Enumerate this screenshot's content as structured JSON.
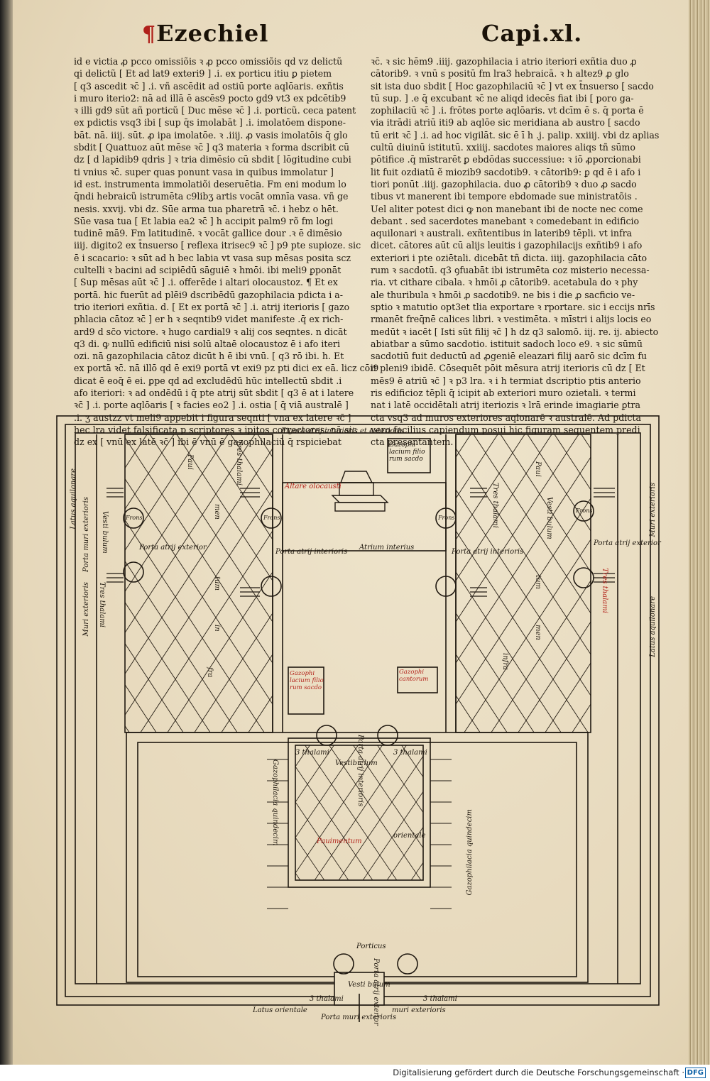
{
  "header": {
    "left_rubric": "¶",
    "left_title": "Ezechiel",
    "right_title": "Capi.xl."
  },
  "left_column": [
    "id e victia ꝓ pcco omissiõis ꝛ ꝓ pcco omissiõis qd vz delictũ",
    "qi delictũ [ Et ad lat9 exteri9 ] .i. ex porticu itiu ꝑ pietem",
    "[ q3 ascedit ꝛc̄ ] .i. vñ ascēdit ad ostiū porte aqlōaris. exñtis",
    "i muro iterio2: nā ad illā ē ascēs9 pocto gd9 vt3 ex pdcētib9",
    "ꝛ illi gd9 sūt añ porticũ [ Duc mēse ꝛc̄ ] .i. porticũ. ceca patent",
    "ex pdictis vsq3 ibi [ sup q̄s imolabāt ] .i. imolatōem dispone-",
    "bāt. nā. iiij. sūt. ꝓ ipa imolatōe. ꝛ .iiij. ꝓ vasis imolatōis q̄ glo",
    "sbdit [ Quattuoz aūt mēse ꝛc̄ ] q3 materia ꝛ forma dscribit cū",
    "dz [ d lapidib9 qdris ] ꝛ tria dimēsio cū sbdit [ lōgitudine cubi",
    "ti vnius ꝛc̄. super quas ponunt vasa in quibus immolatur ]",
    "id est. instrumenta immolatiõi deseruētia. Fm eni modum lo",
    "q̄ndi hebraicũ istrumēta c9libʒ artis vocāt omnīa vasa. vñ ge",
    "nesis. xxvij. vbi dz. Sūe arma tua pharetrā ꝛc̄. i hebz o hēt.",
    "Sūe vasa tua [ Et labia ea2 ꝛc̄ ] h accipit palm9 rõ fm logi",
    "tudinē mā9. Fm latitudinē. ꝛ vocāt gallice dour .ꝛ ē dimēsio",
    "iiij. digito2 ex t̄nsuerso [ reflexa itrisec9 ꝛc̄ ] p9 pte supioze. sic",
    "ē i scacario: ꝛ sūt ad h bec labia vt vasa sup mēsas posita scz",
    "cultelli ꝛ bacini ad scipiēdū sāguiē ꝛ hmōi. ibi meli9 ꝑponāt",
    "[ Sup mēsas aūt ꝛc̄ ] .i. offerēde i altari olocaustoz. ¶ Et ex",
    "portā. hic fuerūt ad plēi9 dscribēdū gazophilacia pdicta i a-",
    "trio iteriori exñtia. d. [ Et ex portā ꝛc̄ ] .i. atrij iterioris [ gazo",
    "phlacia cātoz ꝛc̄ ] er h ꝛ seqntib9 videt manifeste .q̄ ex rich-",
    "ard9 d sc̄o victore. ꝛ hugo cardial9 ꝛ alij cos seqntes. n dicāt",
    "q3 di. ꝙ nullū edificiū nisi solū altaē olocaustoz ē i afo iteri",
    "ozi. nā gazophilacia cātoz dicūt h ē ibi vnū. [ q3 rō ibi. h. Et",
    "ex portā ꝛc̄. nā illō qd ē exi9 portā vt exi9 pz pti dici ex eā. licz cōi9",
    "dicat ē eoq̄ ē ei. ꝑpe qd ad excludēdū hūc intellectū sbdit .i",
    "afo iteriori: ꝛ ad ondēdū i q̄ pte atrij sūt sbdit [ q3 ē at i latere",
    "ꝛc̄ ] .i. porte aqlōaris [ ꝛ facies eo2 ] .i. ostia [ q̄ viā australē ]",
    ".i. ʒ austzz vt meli9 appebit i figura seqnti [ vna ex latere ꝛc̄ ]",
    "hec lra videt falsificata p scriptores ꝛ ipitos correctores: nā sic",
    "dz ex [ vnū ex latē ꝛc̄ ] ibi ē vnū ē gazophilaciū q̄ rspiciebat"
  ],
  "right_column": [
    "ꝛc̄. ꝛ sic hēm9 .iiij. gazophilacia i atrio iteriori exñtia duo ꝓ",
    "cātorib9. ꝛ vnū s positū fm lra3 hebraicā. ꝛ h altez9 ꝓ glo",
    "sit ista duo sbdit [ Hoc gazophilaciū ꝛc̄ ] vt ex t̄nsuerso [ sacdo",
    "tū sup. ] .e q̄ excubant ꝛc̄ ne aliqd idecēs fiat ibi [ poro ga-",
    "zophilaciū ꝛc̄ ] .i. frōtes porte aqlōaris. vt dcīm ē s. q̄ porta ē",
    "via itrādi atriū iti9 ab aqlōe sic meridiana ab austro [ sacdo",
    "tū erit ꝛc̄ ] .i. ad hoc vigilāt. sic ē ī h .j. palip. xxiiij. vbi dz aplias",
    "cultū diuinū istitutū. xxiiij. sacdotes maiores aliqs tñ sūmo",
    "pōtifice .q̄ mīstrarēt ꝑ ebdōdas successiue: ꝛ iō ꝓporcionabi",
    "lit fuit ozdiatū ẽ miozib9 sacdotib9. ꝛ cātorib9: ꝑ qd ē i afo i",
    "tiori ponūt .iiij. gazophilacia. duo ꝓ cātorib9 ꝛ duo ꝓ sacdo",
    "tibus vt manerent ibi tempore ebdomade sue ministratõis .",
    "Uel aliter potest dici ꝙ non manebant ibi de nocte nec come",
    "debant . sed sacerdotes manebant ꝛ comedebant in edificio",
    "aquilonari ꝛ australi. exñtentibus in laterib9 tēpli. vt infra",
    "dicet. cātores aūt cū alijs leuitis i gazophilacijs exñtib9 i afo",
    "exteriori i pte oziētali. dicebāt tñ dicta. iiij. gazophilacia cāto",
    "rum ꝛ sacdotū. q3 ꝯfuabāt ibi istrumēta coz misterio necessa-",
    "ria. vt cithare cibala. ꝛ hmōi ꝓ cātorib9. acetabula do ꝛ phy",
    "ale thuribula ꝛ hmōi ꝓ sacdotib9. ne bis i die ꝓ sacficio ve-",
    "sptio ꝛ matutio opt3et tlia exportare ꝛ rportare. sic i eccijs nrīs",
    "rmanēt freq̄nē calices libri. ꝛ vestimēta. ꝛ mīstri i alijs locis eo",
    "medūt ꝛ iacēt [ Isti sūt filij ꝛc̄ ] h dz q3 salomō. iij. re. ij. abiecto",
    "abiatbar a sūmo sacdotio. istituit sadoch loco e9. ꝛ sic sūmū",
    "sacdotiū fuit deductū ad ꝓgeniē eleazari filij aarō sic dcīm fu",
    "it pleni9 ibidē. Cōsequēt pōit mēsura atrij iterioris cū dz [ Et",
    "mēs9 ē atriū ꝛc̄ ] ꝛ p3 lra. ꝛ i h termiat dscriptio ptis anterio",
    "ris edificioz tēpli q̄ icipit ab exteriori muro ozietali. ꝛ termi",
    "nat i latē occidētali atrij iteriozis ꝛ lrā erinde imagiarie ꝑtra",
    "cta vsq3 ad muros exteriores aqlonarē ꝛ australē. Ad pdicta",
    "vero facilius capiendum posui hic figuram sequentem predi",
    "cta presentantem."
  ],
  "diagram": {
    "labels": {
      "title_top": "Figura atrij interioris et exterioris",
      "altar": "Altare olocausti",
      "gazoph_top": "Gazophi lacium filio rum sacdo",
      "porta_atrij_exterior_left": "Porta atrij exterior",
      "porta_atrij_interioris_left": "Porta atrij interioris",
      "atrium_interius": "Atrium interius",
      "porta_atrij_interioris_right": "Porta atrij interioris",
      "porta_atrij_exterior_right": "Porta atrij exterior",
      "latus_aquilonare_left": "Latus aquilonare",
      "porta_muri_exterioris_left": "Porta muri exterioris",
      "muri_exterioris_left": "Muri exterioris",
      "muri_exterioris_right": "Muri exterioris",
      "latus_aquilonare_right": "Latus aquilonare",
      "tres_thalami_ul": "Tres thalami",
      "tres_thalami_ll": "Tres thalami",
      "tres_thalami_ur": "Tres thalami",
      "tres_thalami_lr": "Tres thalami",
      "frons_1": "Frons",
      "frons_2": "Frons",
      "frons_3": "Frons",
      "frons_4": "Frons",
      "vestibulum_left": "Vesti bulum",
      "vestibulum_right": "Vesti bulum",
      "pauimentum_left_a": "Paui",
      "pauimentum_left_b": "men",
      "pauimentum_left_c": "tum",
      "pauimentum_left_d": "in",
      "pauimentum_left_e": "fra",
      "pauimentum_right_a": "Paui",
      "pauimentum_right_b": "men",
      "pauimentum_right_c": "tum",
      "pauimentum_right_d": "infra",
      "gazoph_mid_left": "Gazophi lacium filio rum sacdo",
      "gazoph_mid_right": "Gazophi cantorum",
      "porta_atrij_interioris_bottom": "Porta atrij interioris",
      "vestibulum_bottom": "Vestibu lum",
      "thalami_bottom_left": "3 thalami",
      "thalami_bottom_right": "3 thalami",
      "gazophilacia_quindecim_left": "Gazophilacia quindecim",
      "gazophilacia_quindecim_right": "Gazophilacia quindecim",
      "pauimentum_bottom": "Pauimentum",
      "orientale": "orientale",
      "porticus_bottom": "Porticus",
      "vesti_bulum_bottom": "Vesti bulum",
      "porta_atrij_exterior_bottom": "Porta atrij exterior",
      "thalami_bot_l": "3 thalami",
      "thalami_bot_r": "3 thalami",
      "latus_orientale": "Latus orientale",
      "muri_exterioris_bottom": "muri exterioris",
      "porta_muri_exterioris_bottom": "Porta muri exterioris"
    }
  },
  "footer": {
    "text": "Digitalisierung gefördert durch die Deutsche Forschungsgemeinschaft ·",
    "logo": "DFG"
  }
}
